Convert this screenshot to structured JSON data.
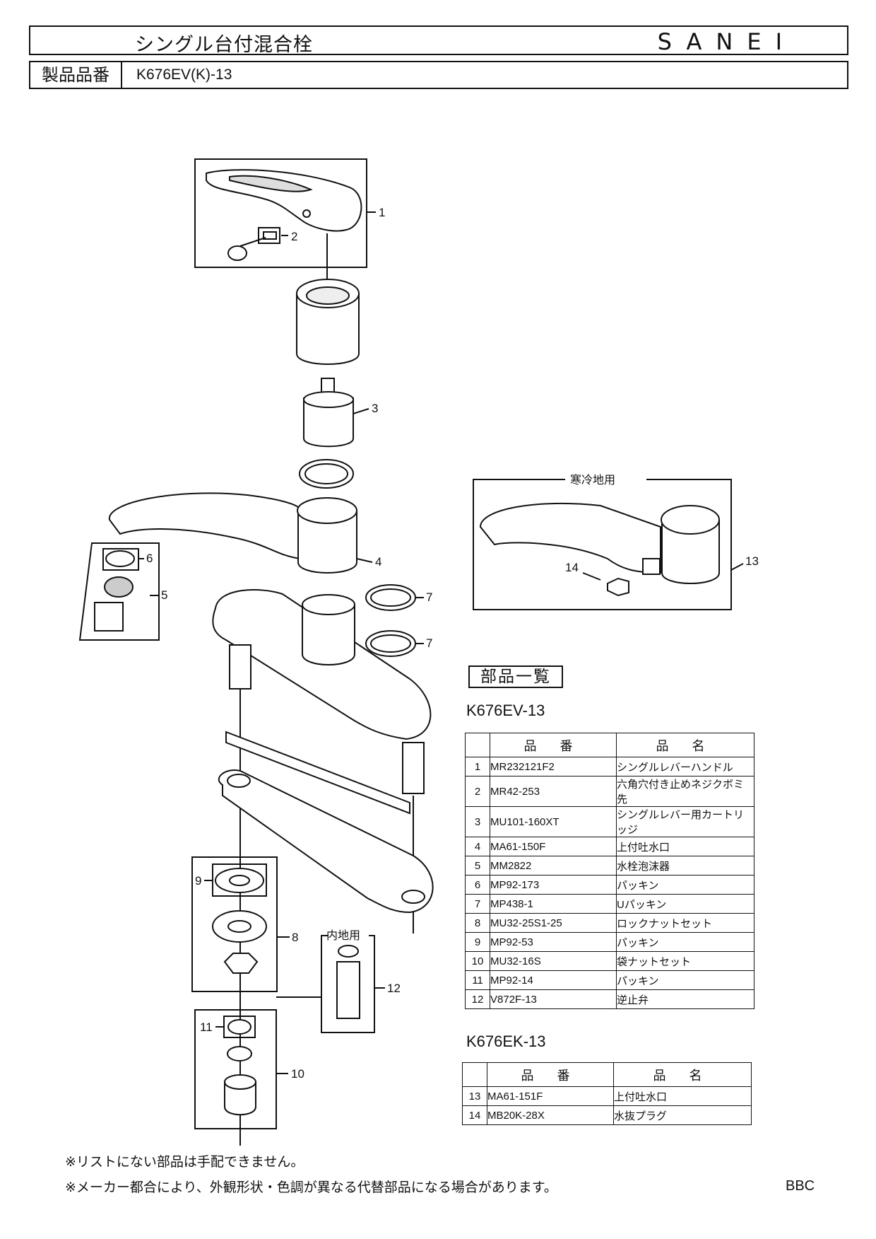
{
  "header": {
    "title": "シングル台付混合栓",
    "brand": "SANEI",
    "model_label": "製品品番",
    "model_value": "K676EV(K)-13"
  },
  "diagram": {
    "callouts": [
      "1",
      "2",
      "3",
      "4",
      "5",
      "6",
      "7",
      "7",
      "8",
      "9",
      "10",
      "11",
      "12",
      "13",
      "14"
    ],
    "cold_region_label": "寒冷地用",
    "inner_label": "内地用"
  },
  "parts_list": {
    "heading": "部品一覧",
    "col_code": "品 番",
    "col_name": "品 名",
    "table1": {
      "title": "K676EV-13",
      "rows": [
        {
          "no": "1",
          "code": "MR232121F2",
          "name": "シングルレバーハンドル"
        },
        {
          "no": "2",
          "code": "MR42-253",
          "name": "六角穴付き止めネジクボミ先"
        },
        {
          "no": "3",
          "code": "MU101-160XT",
          "name": "シングルレバー用カートリッジ"
        },
        {
          "no": "4",
          "code": "MA61-150F",
          "name": "上付吐水口"
        },
        {
          "no": "5",
          "code": "MM2822",
          "name": "水栓泡沫器"
        },
        {
          "no": "6",
          "code": "MP92-173",
          "name": "パッキン"
        },
        {
          "no": "7",
          "code": "MP438-1",
          "name": "Uパッキン"
        },
        {
          "no": "8",
          "code": "MU32-25S1-25",
          "name": "ロックナットセット"
        },
        {
          "no": "9",
          "code": "MP92-53",
          "name": "パッキン"
        },
        {
          "no": "10",
          "code": "MU32-16S",
          "name": "袋ナットセット"
        },
        {
          "no": "11",
          "code": "MP92-14",
          "name": "パッキン"
        },
        {
          "no": "12",
          "code": "V872F-13",
          "name": "逆止弁"
        }
      ]
    },
    "table2": {
      "title": "K676EK-13",
      "rows": [
        {
          "no": "13",
          "code": "MA61-151F",
          "name": "上付吐水口"
        },
        {
          "no": "14",
          "code": "MB20K-28X",
          "name": "水抜プラグ"
        }
      ]
    }
  },
  "notes": [
    "※リストにない部品は手配できません。",
    "※メーカー都合により、外観形状・色調が異なる代替部品になる場合があります。"
  ],
  "footer_code": "BBC"
}
